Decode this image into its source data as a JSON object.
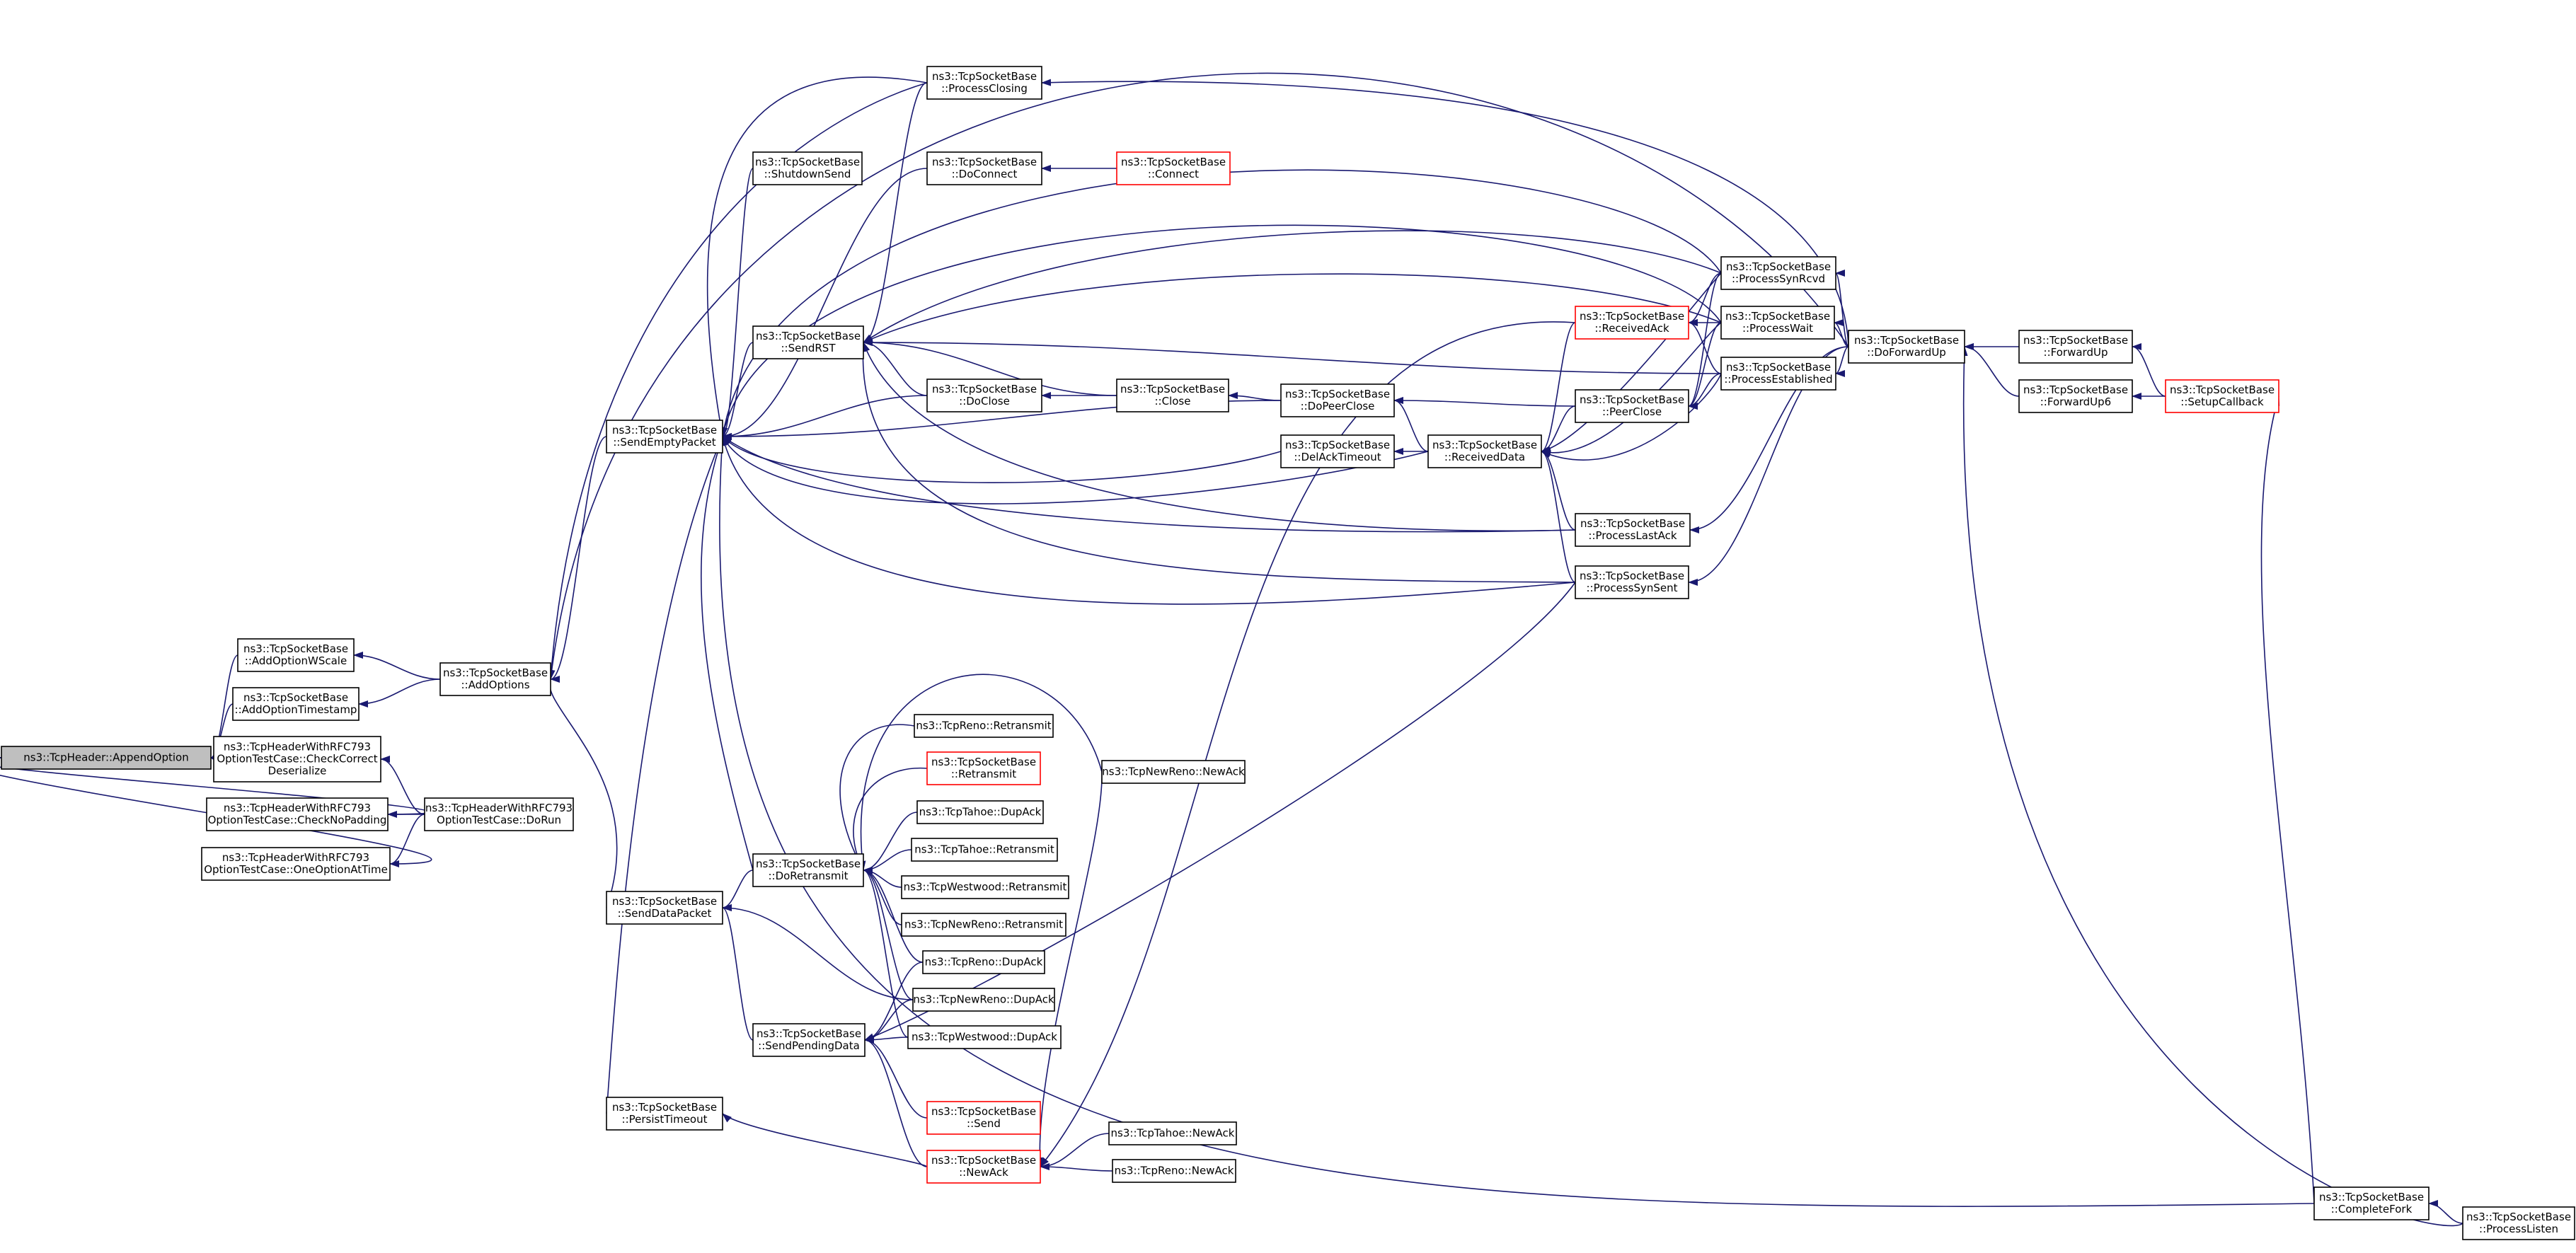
{
  "colors": {
    "edge": "#191970",
    "node_border": "#000000",
    "node_border_truncated": "#ff0000",
    "root_fill": "#bfbfbf"
  },
  "nodes": [
    {
      "id": "appendOption",
      "lines": [
        "ns3::TcpHeader::AppendOption"
      ],
      "style": "root"
    },
    {
      "id": "addOptionWScale",
      "lines": [
        "ns3::TcpSocketBase",
        "::AddOptionWScale"
      ]
    },
    {
      "id": "addOptionTimestamp",
      "lines": [
        "ns3::TcpSocketBase",
        "::AddOptionTimestamp"
      ]
    },
    {
      "id": "checkCorrectDeserialize",
      "lines": [
        "ns3::TcpHeaderWithRFC793",
        "OptionTestCase::CheckCorrect",
        "Deserialize"
      ]
    },
    {
      "id": "checkNoPadding",
      "lines": [
        "ns3::TcpHeaderWithRFC793",
        "OptionTestCase::CheckNoPadding"
      ]
    },
    {
      "id": "oneOptionAtTime",
      "lines": [
        "ns3::TcpHeaderWithRFC793",
        "OptionTestCase::OneOptionAtTime"
      ]
    },
    {
      "id": "addOptions",
      "lines": [
        "ns3::TcpSocketBase",
        "::AddOptions"
      ]
    },
    {
      "id": "doRun",
      "lines": [
        "ns3::TcpHeaderWithRFC793",
        "OptionTestCase::DoRun"
      ]
    },
    {
      "id": "sendEmptyPacket",
      "lines": [
        "ns3::TcpSocketBase",
        "::SendEmptyPacket"
      ]
    },
    {
      "id": "sendDataPacket",
      "lines": [
        "ns3::TcpSocketBase",
        "::SendDataPacket"
      ]
    },
    {
      "id": "persistTimeout",
      "lines": [
        "ns3::TcpSocketBase",
        "::PersistTimeout"
      ]
    },
    {
      "id": "shutdownSend",
      "lines": [
        "ns3::TcpSocketBase",
        "::ShutdownSend"
      ]
    },
    {
      "id": "sendRST",
      "lines": [
        "ns3::TcpSocketBase",
        "::SendRST"
      ]
    },
    {
      "id": "doRetransmit",
      "lines": [
        "ns3::TcpSocketBase",
        "::DoRetransmit"
      ]
    },
    {
      "id": "sendPendingData",
      "lines": [
        "ns3::TcpSocketBase",
        "::SendPendingData"
      ]
    },
    {
      "id": "processClosing",
      "lines": [
        "ns3::TcpSocketBase",
        "::ProcessClosing"
      ]
    },
    {
      "id": "doConnect",
      "lines": [
        "ns3::TcpSocketBase",
        "::DoConnect"
      ]
    },
    {
      "id": "doClose",
      "lines": [
        "ns3::TcpSocketBase",
        "::DoClose"
      ]
    },
    {
      "id": "renoRetransmit",
      "lines": [
        "ns3::TcpReno::Retransmit"
      ]
    },
    {
      "id": "retransmit",
      "lines": [
        "ns3::TcpSocketBase",
        "::Retransmit"
      ],
      "style": "red"
    },
    {
      "id": "tahoeDupAck",
      "lines": [
        "ns3::TcpTahoe::DupAck"
      ]
    },
    {
      "id": "tahoeRetransmit",
      "lines": [
        "ns3::TcpTahoe::Retransmit"
      ]
    },
    {
      "id": "westwoodRetransmit",
      "lines": [
        "ns3::TcpWestwood::Retransmit"
      ]
    },
    {
      "id": "newRenoRetransmit",
      "lines": [
        "ns3::TcpNewReno::Retransmit"
      ]
    },
    {
      "id": "renoDupAck",
      "lines": [
        "ns3::TcpReno::DupAck"
      ]
    },
    {
      "id": "newRenoDupAck",
      "lines": [
        "ns3::TcpNewReno::DupAck"
      ]
    },
    {
      "id": "westwoodDupAck",
      "lines": [
        "ns3::TcpWestwood::DupAck"
      ]
    },
    {
      "id": "send",
      "lines": [
        "ns3::TcpSocketBase",
        "::Send"
      ],
      "style": "red"
    },
    {
      "id": "newAck",
      "lines": [
        "ns3::TcpSocketBase",
        "::NewAck"
      ],
      "style": "red"
    },
    {
      "id": "connect",
      "lines": [
        "ns3::TcpSocketBase",
        "::Connect"
      ],
      "style": "red"
    },
    {
      "id": "close",
      "lines": [
        "ns3::TcpSocketBase",
        "::Close"
      ]
    },
    {
      "id": "newRenoNewAck",
      "lines": [
        "ns3::TcpNewReno::NewAck"
      ]
    },
    {
      "id": "tahoeNewAck",
      "lines": [
        "ns3::TcpTahoe::NewAck"
      ]
    },
    {
      "id": "renoNewAck",
      "lines": [
        "ns3::TcpReno::NewAck"
      ]
    },
    {
      "id": "doPeerClose",
      "lines": [
        "ns3::TcpSocketBase",
        "::DoPeerClose"
      ]
    },
    {
      "id": "delAckTimeout",
      "lines": [
        "ns3::TcpSocketBase",
        "::DelAckTimeout"
      ]
    },
    {
      "id": "receivedData",
      "lines": [
        "ns3::TcpSocketBase",
        "::ReceivedData"
      ]
    },
    {
      "id": "receivedAck",
      "lines": [
        "ns3::TcpSocketBase",
        "::ReceivedAck"
      ],
      "style": "red"
    },
    {
      "id": "peerClose",
      "lines": [
        "ns3::TcpSocketBase",
        "::PeerClose"
      ]
    },
    {
      "id": "processLastAck",
      "lines": [
        "ns3::TcpSocketBase",
        "::ProcessLastAck"
      ]
    },
    {
      "id": "processSynSent",
      "lines": [
        "ns3::TcpSocketBase",
        "::ProcessSynSent"
      ]
    },
    {
      "id": "processSynRcvd",
      "lines": [
        "ns3::TcpSocketBase",
        "::ProcessSynRcvd"
      ]
    },
    {
      "id": "processWait",
      "lines": [
        "ns3::TcpSocketBase",
        "::ProcessWait"
      ]
    },
    {
      "id": "processEstablished",
      "lines": [
        "ns3::TcpSocketBase",
        "::ProcessEstablished"
      ]
    },
    {
      "id": "doForwardUp",
      "lines": [
        "ns3::TcpSocketBase",
        "::DoForwardUp"
      ]
    },
    {
      "id": "forwardUp",
      "lines": [
        "ns3::TcpSocketBase",
        "::ForwardUp"
      ]
    },
    {
      "id": "forwardUp6",
      "lines": [
        "ns3::TcpSocketBase",
        "::ForwardUp6"
      ]
    },
    {
      "id": "setupCallback",
      "lines": [
        "ns3::TcpSocketBase",
        "::SetupCallback"
      ],
      "style": "red"
    },
    {
      "id": "completeFork",
      "lines": [
        "ns3::TcpSocketBase",
        "::CompleteFork"
      ]
    },
    {
      "id": "processListen",
      "lines": [
        "ns3::TcpSocketBase",
        "::ProcessListen"
      ]
    }
  ],
  "edges": [
    [
      "addOptionWScale",
      "appendOption"
    ],
    [
      "addOptionTimestamp",
      "appendOption"
    ],
    [
      "checkCorrectDeserialize",
      "appendOption"
    ],
    [
      "checkNoPadding",
      "appendOption"
    ],
    [
      "oneOptionAtTime",
      "appendOption"
    ],
    [
      "addOptions",
      "addOptionWScale"
    ],
    [
      "addOptions",
      "addOptionTimestamp"
    ],
    [
      "doRun",
      "checkCorrectDeserialize"
    ],
    [
      "doRun",
      "checkNoPadding"
    ],
    [
      "doRun",
      "oneOptionAtTime"
    ],
    [
      "sendEmptyPacket",
      "addOptions"
    ],
    [
      "sendDataPacket",
      "addOptions"
    ],
    [
      "processClosing",
      "addOptions"
    ],
    [
      "doForwardUp",
      "addOptions"
    ],
    [
      "shutdownSend",
      "sendEmptyPacket"
    ],
    [
      "sendRST",
      "sendEmptyPacket"
    ],
    [
      "doConnect",
      "sendEmptyPacket"
    ],
    [
      "doClose",
      "sendEmptyPacket"
    ],
    [
      "doPeerClose",
      "sendEmptyPacket"
    ],
    [
      "delAckTimeout",
      "sendEmptyPacket"
    ],
    [
      "receivedData",
      "sendEmptyPacket"
    ],
    [
      "processSynRcvd",
      "sendEmptyPacket"
    ],
    [
      "processWait",
      "sendEmptyPacket"
    ],
    [
      "processLastAck",
      "sendEmptyPacket"
    ],
    [
      "processSynSent",
      "sendEmptyPacket"
    ],
    [
      "persistTimeout",
      "sendEmptyPacket"
    ],
    [
      "completeFork",
      "sendEmptyPacket"
    ],
    [
      "doRetransmit",
      "sendEmptyPacket"
    ],
    [
      "processClosing",
      "sendEmptyPacket"
    ],
    [
      "processClosing",
      "sendRST"
    ],
    [
      "doClose",
      "sendRST"
    ],
    [
      "close",
      "sendRST"
    ],
    [
      "processSynRcvd",
      "sendRST"
    ],
    [
      "processWait",
      "sendRST"
    ],
    [
      "processEstablished",
      "sendRST"
    ],
    [
      "processLastAck",
      "sendRST"
    ],
    [
      "processSynSent",
      "sendRST"
    ],
    [
      "doRetransmit",
      "sendDataPacket"
    ],
    [
      "sendPendingData",
      "sendDataPacket"
    ],
    [
      "newRenoDupAck",
      "sendDataPacket"
    ],
    [
      "renoRetransmit",
      "doRetransmit"
    ],
    [
      "retransmit",
      "doRetransmit"
    ],
    [
      "tahoeDupAck",
      "doRetransmit"
    ],
    [
      "tahoeRetransmit",
      "doRetransmit"
    ],
    [
      "westwoodRetransmit",
      "doRetransmit"
    ],
    [
      "newRenoRetransmit",
      "doRetransmit"
    ],
    [
      "renoDupAck",
      "doRetransmit"
    ],
    [
      "newRenoDupAck",
      "doRetransmit"
    ],
    [
      "westwoodDupAck",
      "doRetransmit"
    ],
    [
      "newRenoNewAck",
      "doRetransmit"
    ],
    [
      "renoDupAck",
      "sendPendingData"
    ],
    [
      "westwoodDupAck",
      "sendPendingData"
    ],
    [
      "newRenoDupAck",
      "sendPendingData"
    ],
    [
      "send",
      "sendPendingData"
    ],
    [
      "newAck",
      "sendPendingData"
    ],
    [
      "processSynSent",
      "sendPendingData"
    ],
    [
      "newAck",
      "persistTimeout"
    ],
    [
      "tahoeNewAck",
      "newAck"
    ],
    [
      "renoNewAck",
      "newAck"
    ],
    [
      "newRenoNewAck",
      "newAck"
    ],
    [
      "receivedAck",
      "newAck"
    ],
    [
      "connect",
      "doConnect"
    ],
    [
      "close",
      "doClose"
    ],
    [
      "doPeerClose",
      "close"
    ],
    [
      "receivedData",
      "doPeerClose"
    ],
    [
      "peerClose",
      "doPeerClose"
    ],
    [
      "receivedData",
      "delAckTimeout"
    ],
    [
      "receivedAck",
      "receivedData"
    ],
    [
      "peerClose",
      "receivedData"
    ],
    [
      "processLastAck",
      "receivedData"
    ],
    [
      "processSynSent",
      "receivedData"
    ],
    [
      "processEstablished",
      "receivedData"
    ],
    [
      "processWait",
      "receivedData"
    ],
    [
      "processSynRcvd",
      "receivedData"
    ],
    [
      "processSynRcvd",
      "receivedAck"
    ],
    [
      "processWait",
      "receivedAck"
    ],
    [
      "processEstablished",
      "receivedAck"
    ],
    [
      "processSynRcvd",
      "peerClose"
    ],
    [
      "processWait",
      "peerClose"
    ],
    [
      "processEstablished",
      "peerClose"
    ],
    [
      "doForwardUp",
      "processSynRcvd"
    ],
    [
      "doForwardUp",
      "processWait"
    ],
    [
      "doForwardUp",
      "processEstablished"
    ],
    [
      "doForwardUp",
      "processLastAck"
    ],
    [
      "doForwardUp",
      "processSynSent"
    ],
    [
      "doForwardUp",
      "processClosing"
    ],
    [
      "forwardUp",
      "doForwardUp"
    ],
    [
      "forwardUp6",
      "doForwardUp"
    ],
    [
      "processListen",
      "doForwardUp"
    ],
    [
      "setupCallback",
      "forwardUp"
    ],
    [
      "setupCallback",
      "forwardUp6"
    ],
    [
      "completeFork",
      "setupCallback"
    ],
    [
      "processListen",
      "completeFork"
    ]
  ]
}
